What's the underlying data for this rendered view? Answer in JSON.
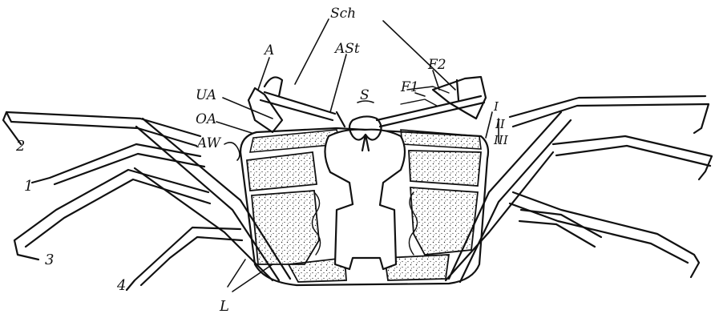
{
  "labels": {
    "sch": "Sch",
    "a": "A",
    "ast": "ASt",
    "f2": "F2",
    "f1": "F1",
    "ua": "UA",
    "oa": "OA",
    "aw": "AW",
    "s": "S",
    "roman_1": "I",
    "roman_2": "II",
    "roman_3": "III",
    "leg_2": "2",
    "leg_1": "1",
    "leg_3": "3",
    "leg_4": "4",
    "l": "L"
  },
  "colors": {
    "ink": "#111111",
    "background": "#ffffff",
    "stipple": "#222222"
  }
}
